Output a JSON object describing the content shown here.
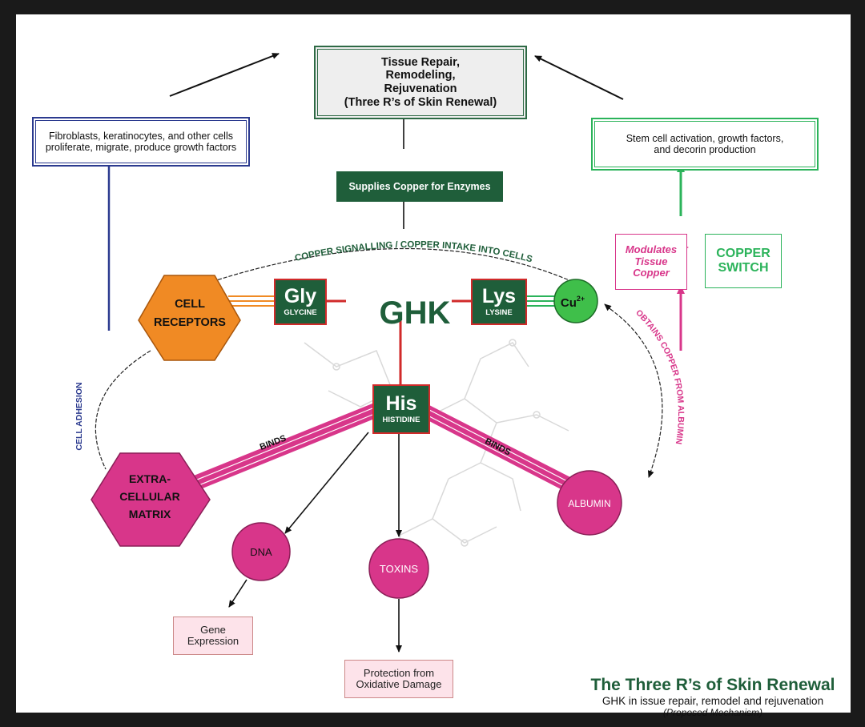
{
  "top_box": {
    "line1": "Tissue Repair,",
    "line2": "Remodeling,",
    "line3": "Rejuvenation",
    "line4": "(Three R’s of Skin Renewal)"
  },
  "left_box": {
    "line1": "Fibroblasts, keratinocytes, and other cells",
    "line2": "proliferate, migrate, produce growth factors"
  },
  "right_box": {
    "line1": "Stem cell activation, growth factors,",
    "line2": "and decorin production"
  },
  "supplies_copper": "Supplies Copper for Enzymes",
  "modulates": {
    "line1": "Modulates",
    "line2": "Tissue",
    "line3": "Copper"
  },
  "copper_switch": {
    "line1": "COPPER",
    "line2": "SWITCH"
  },
  "signalling_label": "COPPER SIGNALLING / COPPER INTAKE INTO CELLS",
  "cell_receptors": {
    "line1": "CELL",
    "line2": "RECEPTORS"
  },
  "gly": {
    "main": "Gly",
    "sub": "GLYCINE"
  },
  "ghk": "GHK",
  "lys": {
    "main": "Lys",
    "sub": "LYSINE"
  },
  "cu": {
    "base": "Cu",
    "sup": "2+"
  },
  "his": {
    "main": "His",
    "sub": "HISTIDINE"
  },
  "obtains_label": "OBTAINS COPPER FROM ALBUMIN",
  "cell_adhesion_label": "CELL ADHESION",
  "binds_left": "BINDS",
  "binds_right": "BINDS",
  "ecm": {
    "line1": "EXTRA-",
    "line2": "CELLULAR",
    "line3": "MATRIX"
  },
  "albumin": "ALBUMIN",
  "dna": "DNA",
  "toxins": "TOXINS",
  "gene_expression": {
    "line1": "Gene",
    "line2": "Expression"
  },
  "protection": {
    "line1": "Protection from",
    "line2": "Oxidative Damage"
  },
  "title": {
    "main": "The Three R’s of Skin Renewal",
    "sub": "GHK in issue repair, remodel and rejuvenation",
    "note": "(Proposed Mechanism)"
  },
  "colors": {
    "dark_green": "#1f5e3a",
    "magenta": "#d8368a",
    "orange": "#f08a24",
    "navy": "#2b3a8f",
    "green": "#2bb35a",
    "red": "#d12a2a"
  }
}
